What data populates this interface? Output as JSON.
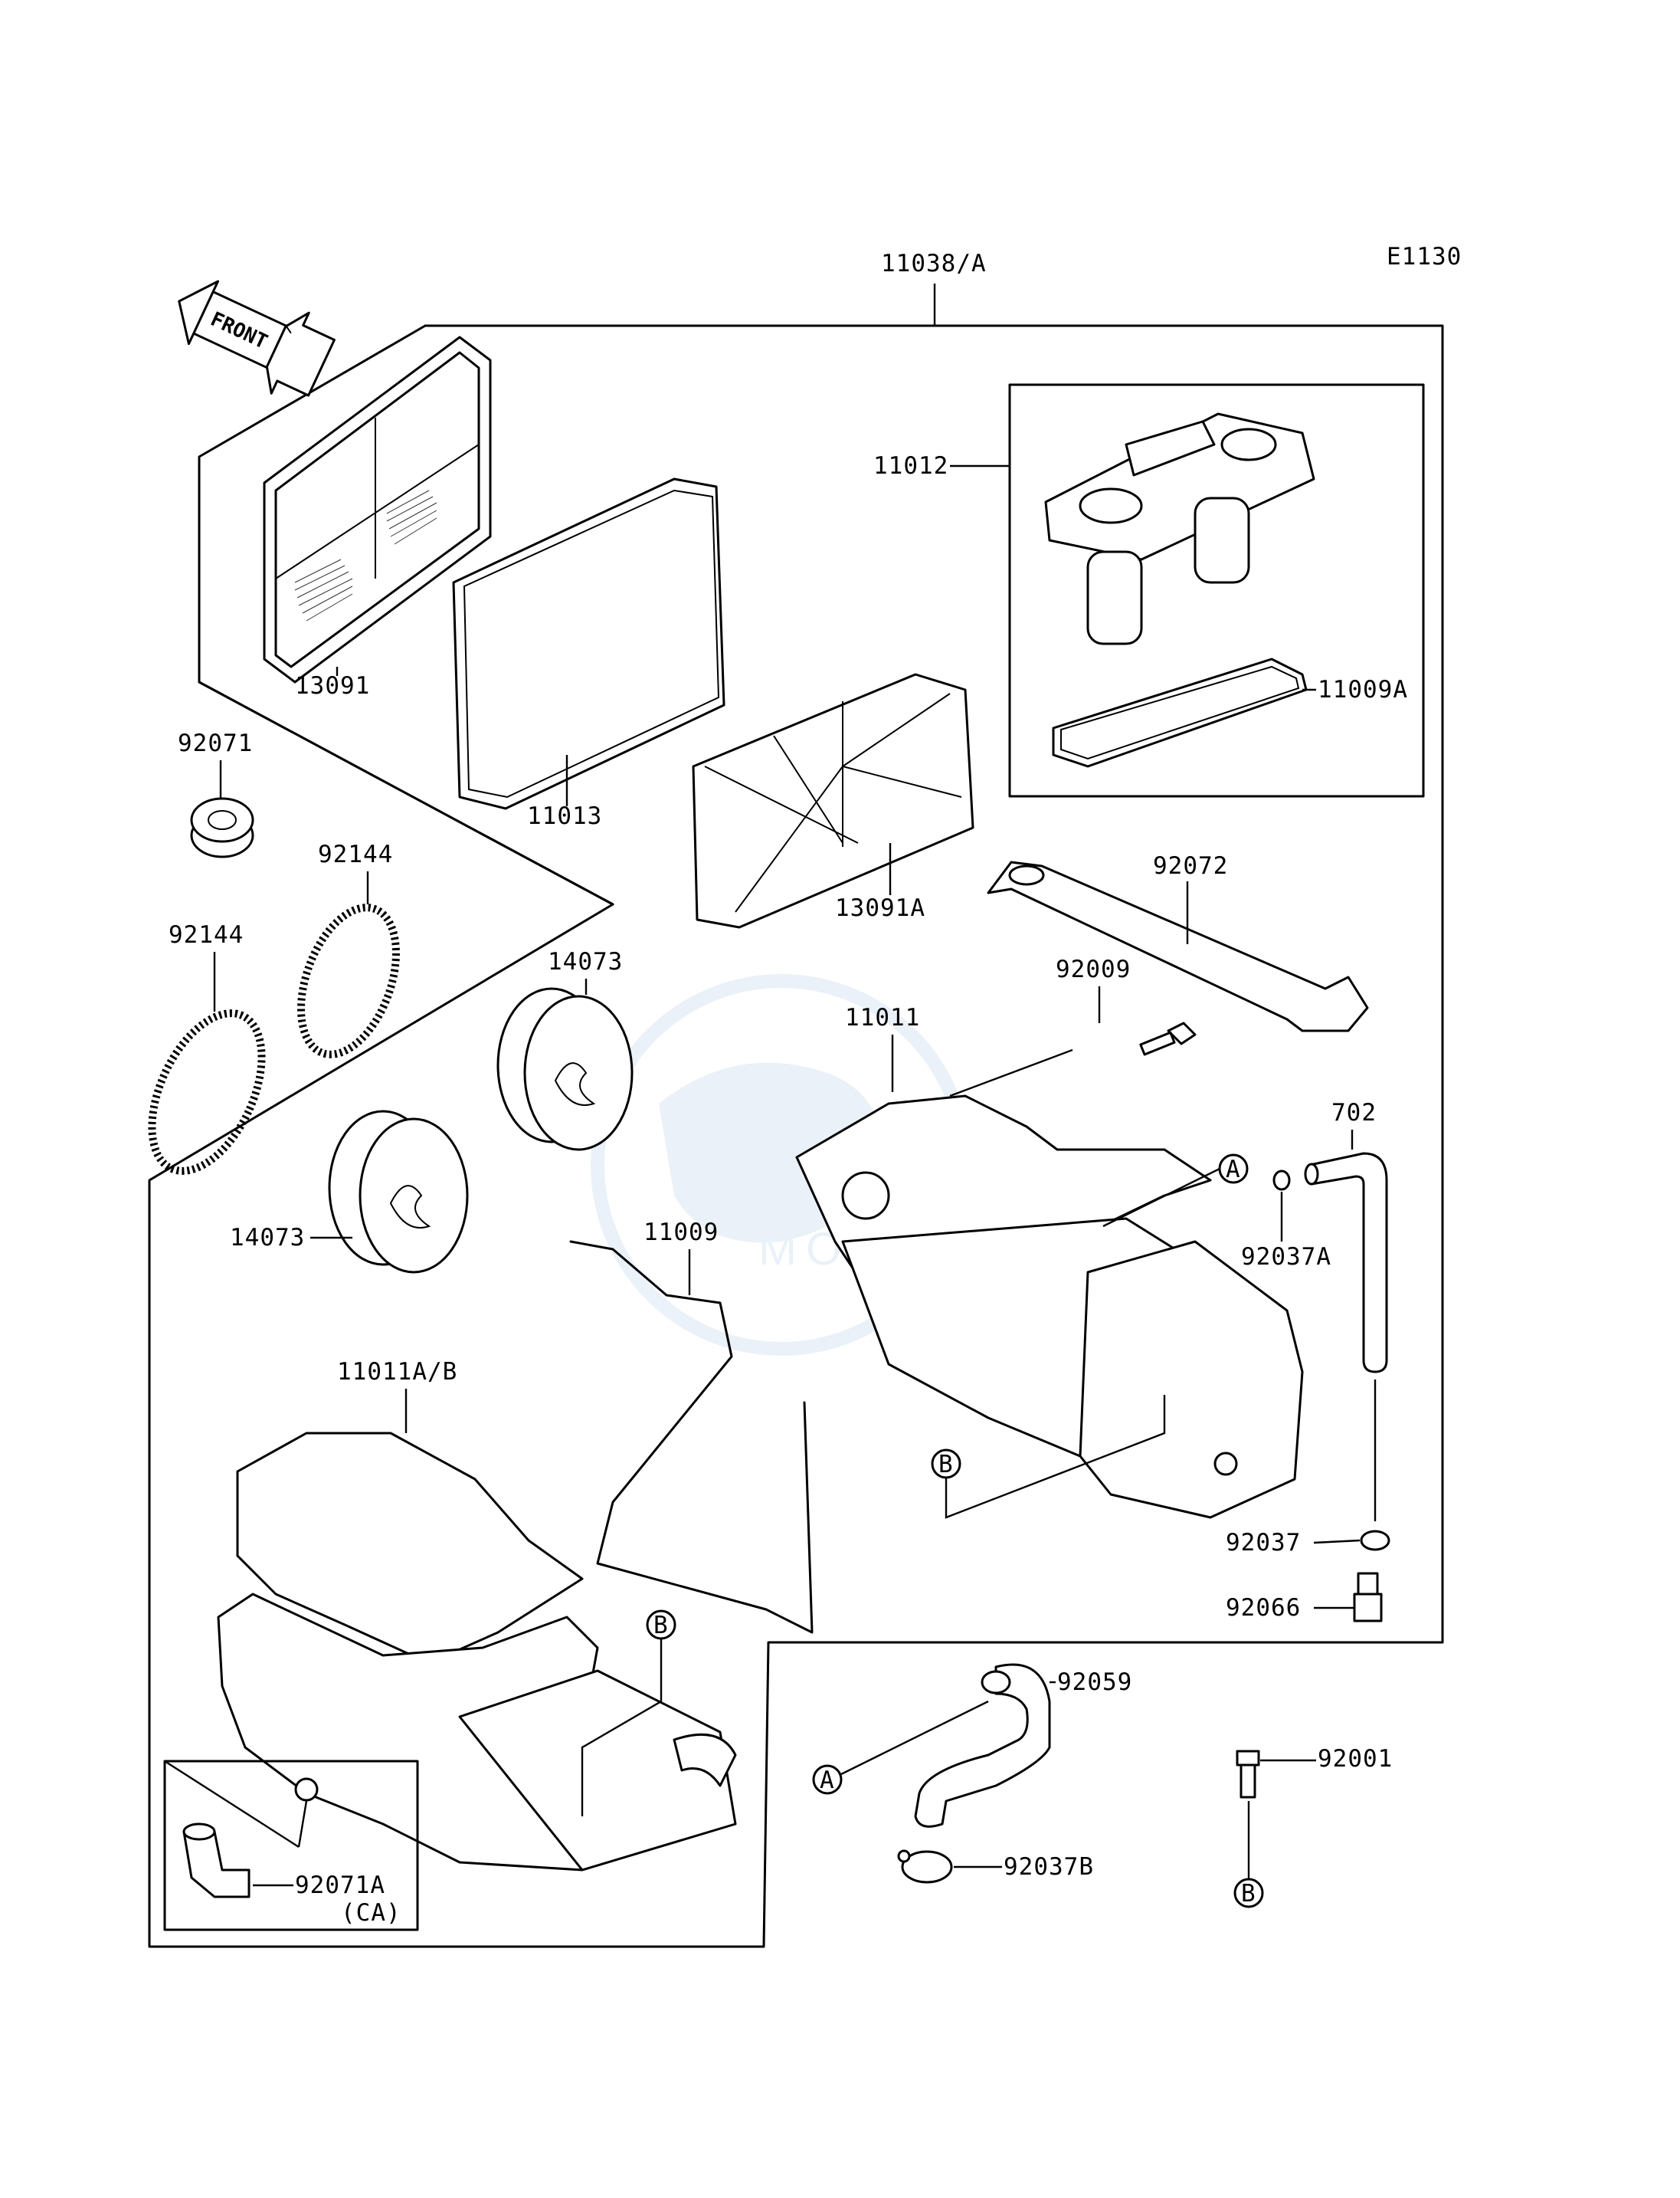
{
  "diagram_code": "E1130",
  "front_label": "FRONT",
  "callouts": {
    "assembly": "11038/A",
    "p11012": "11012",
    "p11009A": "11009A",
    "p13091": "13091",
    "p11013": "11013",
    "p13091A": "13091A",
    "p92071": "92071",
    "p92144_a": "92144",
    "p92144_b": "92144",
    "p92072": "92072",
    "p14073_a": "14073",
    "p14073_b": "14073",
    "p92009": "92009",
    "p11011": "11011",
    "p702": "702",
    "p92037A": "92037A",
    "p11009": "11009",
    "p11011AB": "11011A/B",
    "p92037": "92037",
    "p92066": "92066",
    "p92059": "92059",
    "p92001": "92001",
    "p92037B": "92037B",
    "p92071A": "92071A",
    "p92071A_note": "(CA)"
  },
  "ref_markers": {
    "a1": "A",
    "a2": "A",
    "b1": "B",
    "b2": "B",
    "b3": "B"
  },
  "watermark": "MOTOPARTS"
}
